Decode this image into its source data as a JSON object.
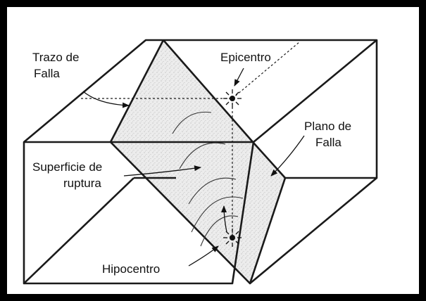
{
  "labels": {
    "trazo_de_falla": [
      "Trazo de",
      "Falla"
    ],
    "epicentro": "Epicentro",
    "plano_de_falla": [
      "Plano de",
      "Falla"
    ],
    "superficie_de_ruptura": [
      "Superficie de",
      "ruptura"
    ],
    "hipocentro": "Hipocentro"
  },
  "colors": {
    "frame": "#000000",
    "line": "#1a1a1a",
    "fault_plane_fill": "#e9e9e9"
  }
}
